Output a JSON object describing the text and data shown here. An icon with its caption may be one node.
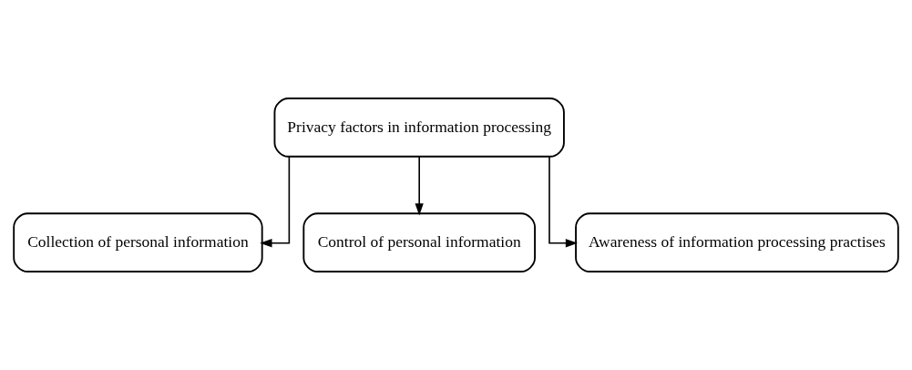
{
  "diagram": {
    "nodes": [
      {
        "text": [
          "Privacy factors in information processing"
        ]
      },
      {
        "text": [
          "Collection of personal information"
        ]
      },
      {
        "text": [
          "Control of personal information"
        ]
      },
      {
        "text": [
          "Awareness of information processing practises"
        ]
      }
    ],
    "edges": [
      {
        "from": 0,
        "to": 1,
        "arrow": "to"
      },
      {
        "from": 0,
        "to": 2,
        "arrow": "to"
      },
      {
        "from": 0,
        "to": 3,
        "arrow": "to"
      }
    ]
  }
}
